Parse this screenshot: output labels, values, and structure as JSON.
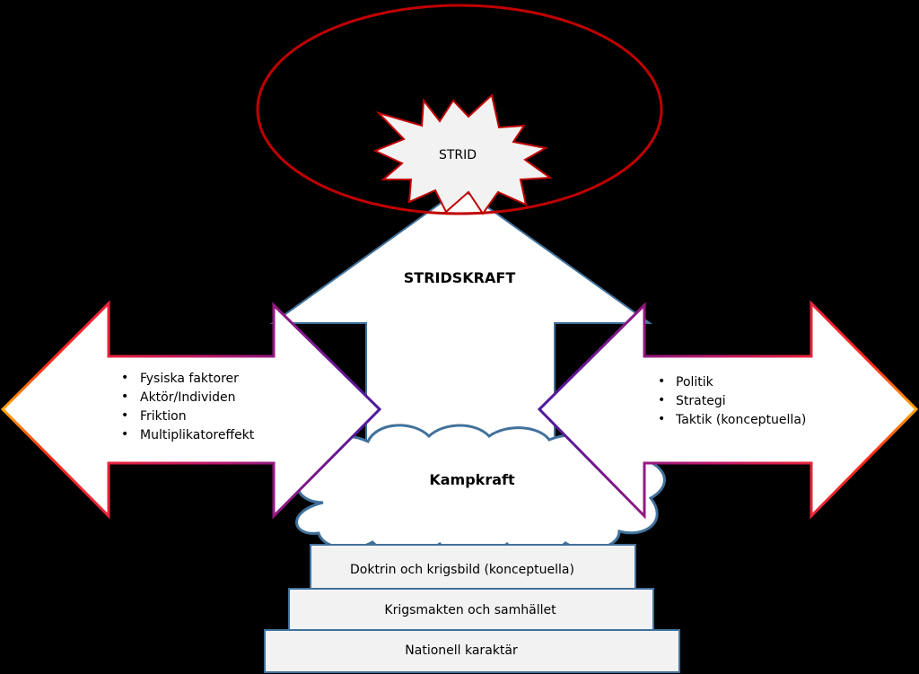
{
  "labels": {
    "strid": "STRID",
    "stridskraft": "STRIDSKRAFT",
    "kampkraft": "Kampkraft"
  },
  "left_list": [
    "Fysiska faktorer",
    "Aktör/Individen",
    "Friktion",
    "Multiplikatoreffekt"
  ],
  "right_list": [
    "Politik",
    "Strategi",
    "Taktik (konceptuella)"
  ],
  "steps": {
    "top": "Doktrin och krigsbild (konceptuella)",
    "middle": "Krigsmakten och samhället",
    "bottom": "Nationell karaktär"
  },
  "colors": {
    "background": "#000000",
    "shape_fill": "#ffffff",
    "step_fill": "#f2f2f2",
    "outline_blue": "#41719c",
    "ellipse_red": "#c00000",
    "arrow_left_gradient": [
      "#ffa500",
      "#ff1a1a",
      "#b01a7a",
      "#5a1a9a"
    ]
  }
}
